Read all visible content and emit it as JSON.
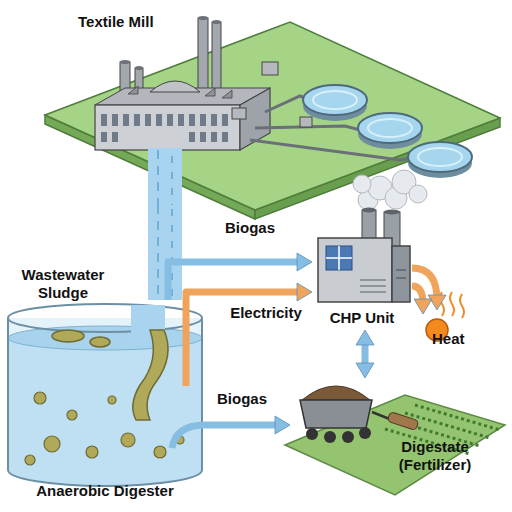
{
  "diagram": {
    "nodes": [
      {
        "text": [
          "Textile Mill"
        ]
      },
      {
        "text": [
          "Anaerobic Digester"
        ]
      },
      {
        "text": [
          "CHP Unit"
        ]
      },
      {
        "text": [
          "Heat"
        ]
      },
      {
        "text": [
          "Digestate (Fertilizer)"
        ]
      }
    ],
    "edges": [
      {
        "from": 0,
        "to": 1,
        "label": "Wastewater Sludge",
        "arrow": "none"
      },
      {
        "from": 1,
        "to": 2,
        "label": "Biogas",
        "arrow": "to"
      },
      {
        "from": 1,
        "to": 2,
        "label": "Electricity",
        "arrow": "to"
      },
      {
        "from": 1,
        "to": 4,
        "label": "Biogas",
        "arrow": "to"
      },
      {
        "from": 2,
        "to": 4,
        "arrow": "both"
      },
      {
        "from": 2,
        "to": 3,
        "arrow": "to"
      }
    ]
  }
}
